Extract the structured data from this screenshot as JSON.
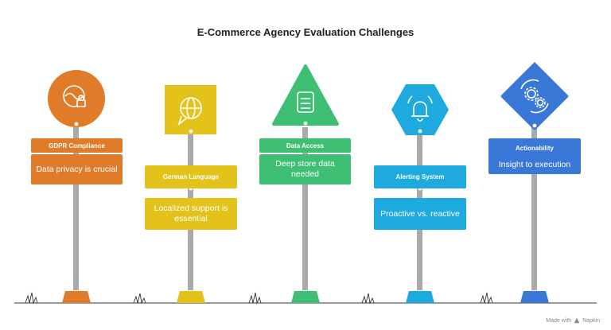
{
  "title": "E-Commerce Agency Evaluation Challenges",
  "footer": {
    "made_with": "Made with",
    "brand": "Napkin"
  },
  "signs": [
    {
      "id": "gdpr",
      "label": "GDPR Compliance",
      "description": "Data privacy is crucial",
      "color": "#e07b2a",
      "shape": "circle",
      "icon": "eye-lock-icon"
    },
    {
      "id": "german",
      "label": "German Language",
      "description": "Localized support is essential",
      "color": "#e3c21b",
      "shape": "square",
      "icon": "globe-chat-icon"
    },
    {
      "id": "data-access",
      "label": "Data Access",
      "description": "Deep store data needed",
      "color": "#3fbf74",
      "shape": "triangle",
      "icon": "database-icon"
    },
    {
      "id": "alerting",
      "label": "Alerting System",
      "description": "Proactive vs. reactive",
      "color": "#1eaadf",
      "shape": "hexagon",
      "icon": "bell-alert-icon"
    },
    {
      "id": "actionability",
      "label": "Actionability",
      "description": "Insight to execution",
      "color": "#3a78d8",
      "shape": "diamond",
      "icon": "gears-refresh-icon"
    }
  ]
}
